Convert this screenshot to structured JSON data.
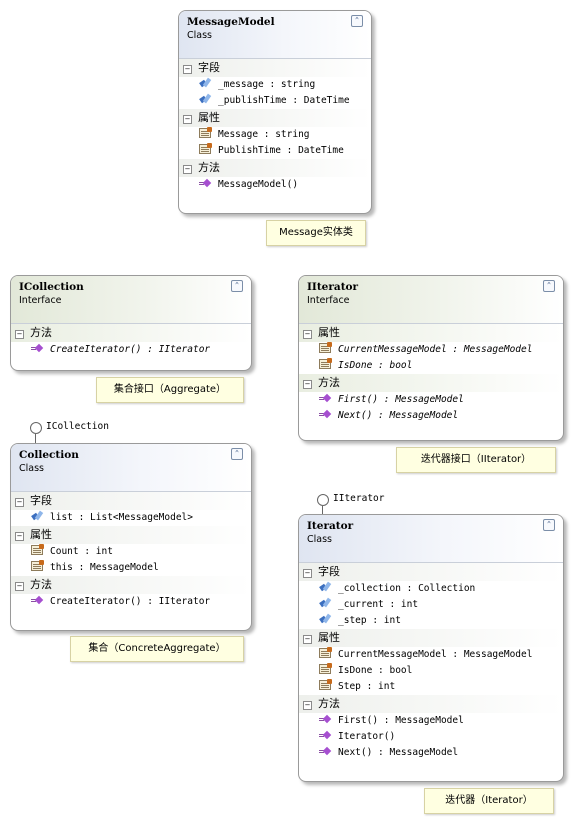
{
  "message_model": {
    "name": "MessageModel",
    "stereotype": "Class",
    "sections": [
      {
        "label": "字段",
        "items": [
          {
            "text": "_message : string",
            "icon": "field-icon"
          },
          {
            "text": "_publishTime : DateTime",
            "icon": "field-icon"
          }
        ]
      },
      {
        "label": "属性",
        "items": [
          {
            "text": "Message : string",
            "icon": "property-icon"
          },
          {
            "text": "PublishTime : DateTime",
            "icon": "property-icon"
          }
        ]
      },
      {
        "label": "方法",
        "items": [
          {
            "text": "MessageModel()",
            "icon": "method-icon"
          }
        ]
      }
    ],
    "note": "Message实体类"
  },
  "icollection": {
    "name": "ICollection",
    "stereotype": "Interface",
    "sections": [
      {
        "label": "方法",
        "items": [
          {
            "text": "CreateIterator() : IIterator",
            "icon": "method-icon"
          }
        ]
      }
    ],
    "note": "集合接口（Aggregate）"
  },
  "iiterator": {
    "name": "IIterator",
    "stereotype": "Interface",
    "sections": [
      {
        "label": "属性",
        "items": [
          {
            "text": "CurrentMessageModel : MessageModel",
            "icon": "property-icon"
          },
          {
            "text": "IsDone : bool",
            "icon": "property-icon"
          }
        ]
      },
      {
        "label": "方法",
        "items": [
          {
            "text": "First() : MessageModel",
            "icon": "method-icon"
          },
          {
            "text": "Next() : MessageModel",
            "icon": "method-icon"
          }
        ]
      }
    ],
    "note": "迭代器接口（IIterator）"
  },
  "collection": {
    "name": "Collection",
    "stereotype": "Class",
    "implements": "ICollection",
    "sections": [
      {
        "label": "字段",
        "items": [
          {
            "text": "list : List<MessageModel>",
            "icon": "field-icon"
          }
        ]
      },
      {
        "label": "属性",
        "items": [
          {
            "text": "Count : int",
            "icon": "property-icon"
          },
          {
            "text": "this : MessageModel",
            "icon": "property-icon"
          }
        ]
      },
      {
        "label": "方法",
        "items": [
          {
            "text": "CreateIterator() : IIterator",
            "icon": "method-icon"
          }
        ]
      }
    ],
    "note": "集合（ConcreteAggregate）"
  },
  "iterator": {
    "name": "Iterator",
    "stereotype": "Class",
    "implements": "IIterator",
    "sections": [
      {
        "label": "字段",
        "items": [
          {
            "text": "_collection : Collection",
            "icon": "field-icon"
          },
          {
            "text": "_current : int",
            "icon": "field-icon"
          },
          {
            "text": "_step : int",
            "icon": "field-icon"
          }
        ]
      },
      {
        "label": "属性",
        "items": [
          {
            "text": "CurrentMessageModel : MessageModel",
            "icon": "property-icon"
          },
          {
            "text": "IsDone : bool",
            "icon": "property-icon"
          },
          {
            "text": "Step : int",
            "icon": "property-icon"
          }
        ]
      },
      {
        "label": "方法",
        "items": [
          {
            "text": "First() : MessageModel",
            "icon": "method-icon"
          },
          {
            "text": "Iterator()",
            "icon": "method-icon"
          },
          {
            "text": "Next() : MessageModel",
            "icon": "method-icon"
          }
        ]
      }
    ],
    "note": "迭代器（Iterator）"
  },
  "collapse_glyph": "⌃"
}
